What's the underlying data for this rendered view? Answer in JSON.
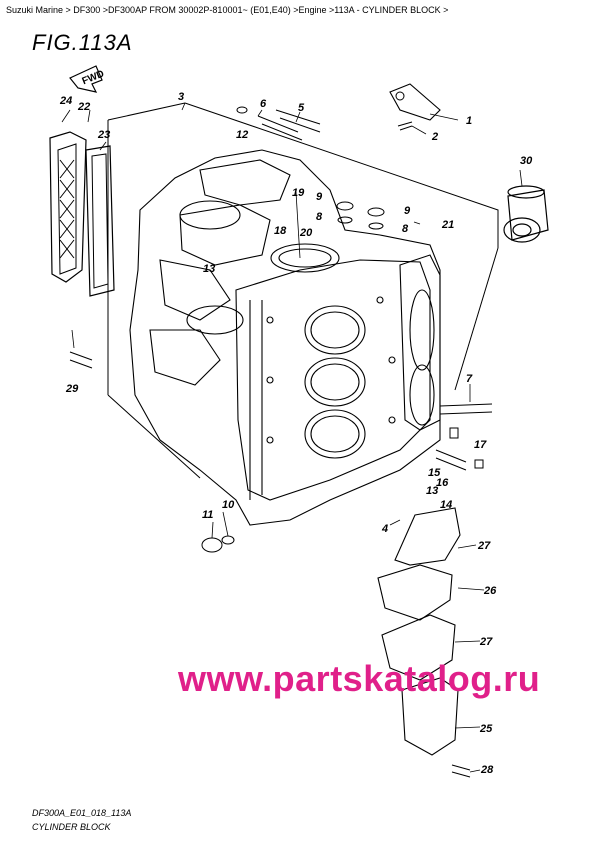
{
  "breadcrumb": "Suzuki Marine > DF300 >DF300AP FROM 30002P-810001~ (E01,E40) >Engine >113A - CYLINDER BLOCK >",
  "figure_title": "FIG.113A",
  "watermark": "www.partskatalog.ru",
  "fwd_label": "FWD",
  "footer": {
    "code": "DF300A_E01_018_113A",
    "caption": "CYLINDER BLOCK"
  },
  "callouts": [
    "1",
    "2",
    "3",
    "4",
    "5",
    "6",
    "7",
    "8",
    "8",
    "9",
    "9",
    "10",
    "11",
    "12",
    "13",
    "13",
    "14",
    "15",
    "16",
    "17",
    "18",
    "19",
    "20",
    "21",
    "22",
    "23",
    "24",
    "25",
    "26",
    "27",
    "27",
    "28",
    "29",
    "30"
  ]
}
